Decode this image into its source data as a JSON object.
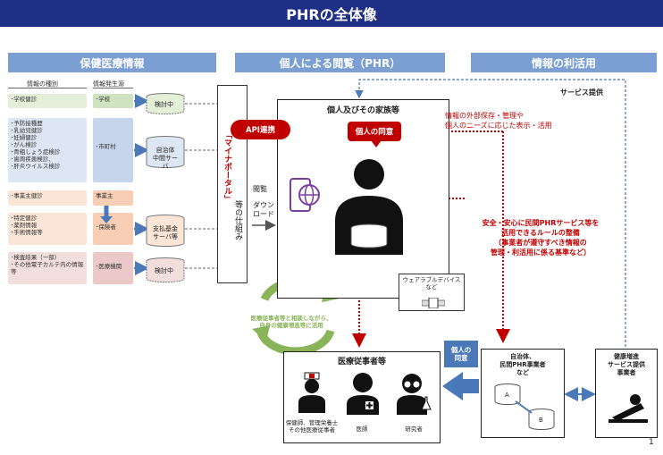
{
  "title": "PHRの全体像",
  "headers": {
    "left": "保健医療情報",
    "middle": "個人による閲覧（PHR）",
    "right": "情報の利活用"
  },
  "columns": {
    "kind": "情報の種別",
    "source": "情報発生源"
  },
  "rows": [
    {
      "kind": "･学校健診",
      "source": "･学校",
      "store": "検討中",
      "bg": "#e3efd9",
      "src_bg": "#cfe3c0"
    },
    {
      "kind": "･予防接種歴\n･乳幼児健診\n･妊婦健診\n･がん検診\n･骨粗しょう症検診\n･歯周疾患検診、\n･肝炎ウイルス検診",
      "source": "･市町村",
      "store": "自治体\n中間サーバ",
      "bg": "#dde6f3",
      "src_bg": "#c7d5ec"
    },
    {
      "kind": "･事業主健診",
      "source": "事業主",
      "bg": "#fbe5d6",
      "src_bg": "#f8cfb4"
    },
    {
      "kind": "･特定健診\n･薬剤情報\n･手術情報等",
      "source": "･保険者",
      "store": "支払基金\nサーバ等",
      "bg": "#fbe5d6",
      "src_bg": "#f8cfb4"
    },
    {
      "kind": "･検査結果（一部）\n･その他電子カルテ内の情報等",
      "source": "･医療機関",
      "store": "検討中",
      "bg": "#f3dede",
      "src_bg": "#ecc9c9"
    }
  ],
  "mynaportal": {
    "name": "「マイナポータル」",
    "suffix": "等の仕組み"
  },
  "api_label": "API連携",
  "view_label": "閲覧",
  "download_label": "ダウン\nロード",
  "person_box_title": "個人及びその家族等",
  "consent_label": "個人の同意",
  "wearable_label": "ウェアラブルデバイス\nなど",
  "info_use_text": "情報の外部保存・管理や\n個人のニーズに応じた表示・活用",
  "service_provision": "サービス提供",
  "rules_text": "安全・安心に民間PHRサービス等を\n活用できるルールの整備\n（事業者が遵守すべき情報の\n管理・利活用に係る基準など）",
  "cycle_text": "医療従事者等と相談しながら、\n自身の健康増進等に活用",
  "medical_title": "医療従事者等",
  "medical_roles": [
    "保健師、管理栄養士\nその他医療従事者",
    "医師",
    "研究者"
  ],
  "consent_arrow_label": "個人の\n同意",
  "local_title": "自治体、\n民間PHR事業者\nなど",
  "db_a": "A",
  "db_b": "B",
  "health_title": "健康増進\nサービス提供\n事業者",
  "page_number": "1",
  "colors": {
    "navy": "#1f2f86",
    "header_blue": "#7b9fd3",
    "red": "#c00000",
    "arrow_blue": "#4a78b8",
    "green": "#8ab45a"
  }
}
